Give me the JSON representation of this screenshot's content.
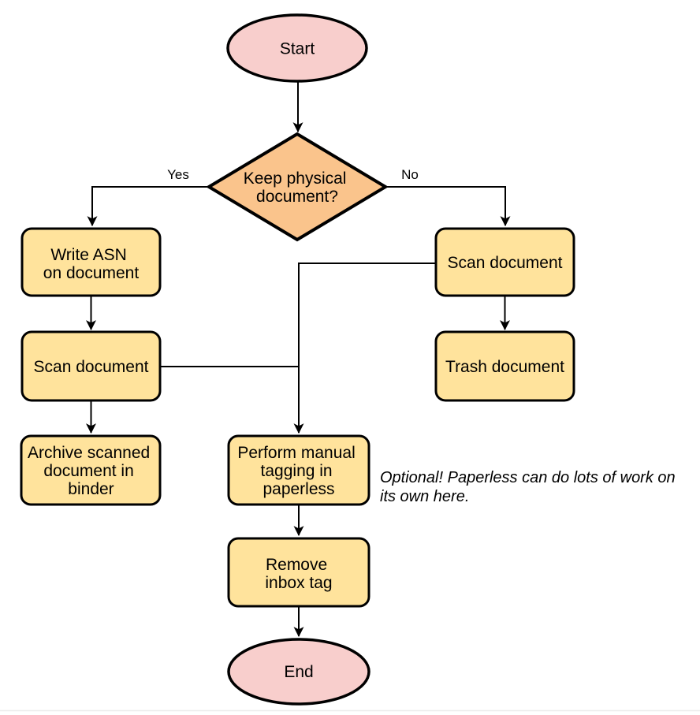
{
  "flowchart": {
    "description": "Paperless document intake flowchart",
    "colors": {
      "terminal_fill": "#F8CECC",
      "decision_fill": "#FAC48C",
      "process_fill": "#FFE39C",
      "stroke": "#000000",
      "background": "#FFFFFF",
      "footer_hairline": "#ECECEC"
    },
    "nodes": {
      "start": {
        "label": "Start"
      },
      "decision": {
        "lines": [
          "Keep physical",
          "document?"
        ]
      },
      "write_asn": {
        "lines": [
          "Write ASN",
          "on document"
        ]
      },
      "scan_left": {
        "lines": [
          "Scan document"
        ]
      },
      "archive": {
        "lines": [
          "Archive scanned",
          "document in",
          "binder"
        ]
      },
      "scan_right": {
        "lines": [
          "Scan document"
        ]
      },
      "trash": {
        "lines": [
          "Trash document"
        ]
      },
      "perform_tagging": {
        "lines": [
          "Perform manual",
          "tagging in",
          "paperless"
        ]
      },
      "remove_inbox": {
        "lines": [
          "Remove",
          "inbox tag"
        ]
      },
      "end": {
        "label": "End"
      }
    },
    "edge_labels": {
      "yes": "Yes",
      "no": "No"
    },
    "note": {
      "lines": [
        "Optional! Paperless can do lots of work on",
        "its own here."
      ]
    }
  }
}
